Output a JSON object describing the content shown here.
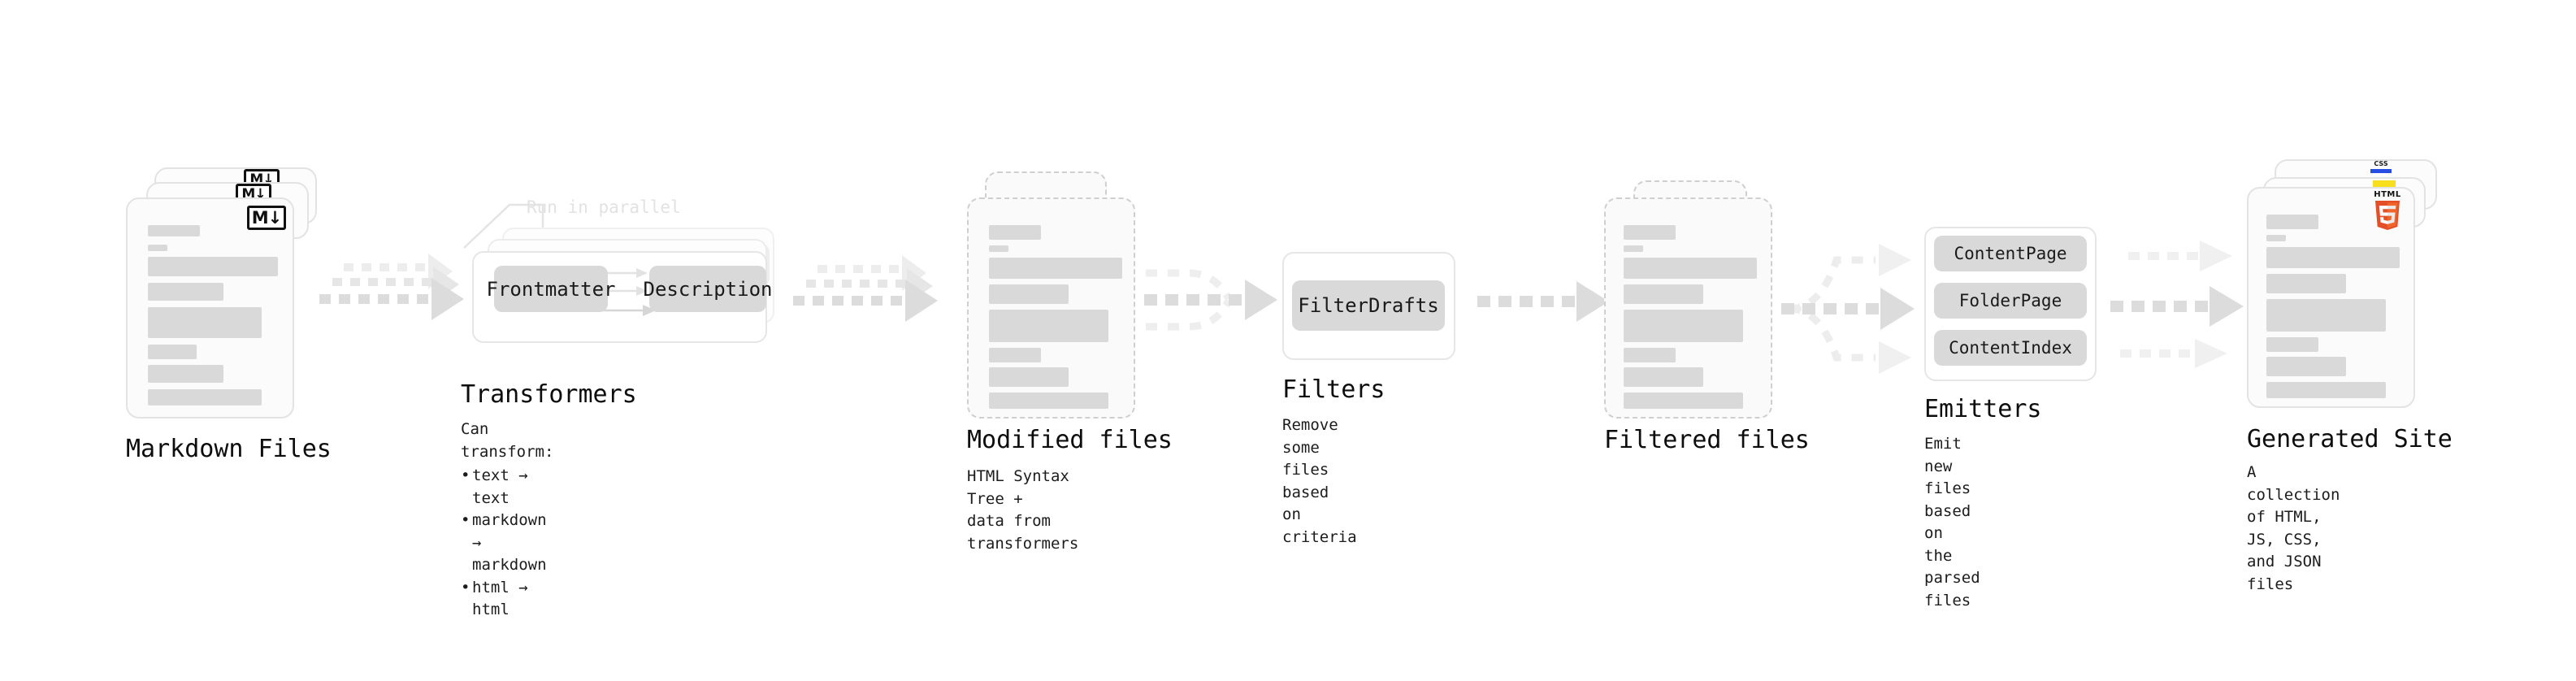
{
  "diagram": {
    "title_hidden": "",
    "accent_colors": {
      "skeleton": "#d9d9d9",
      "chip": "#d9d9d9",
      "arrow": "#d5d5d5",
      "arrow_faint": "#ededed",
      "border": "#e3e3e3",
      "dashed_border": "#cfcfcf",
      "html5": "#e34f26",
      "js": "#f7df1e",
      "css": "#264de4",
      "text": "#0d0d0d"
    }
  },
  "stages": [
    {
      "id": "markdown-files",
      "title": "Markdown Files",
      "subtitle": "",
      "badge": "M↓",
      "badge_name": "markdown-badge"
    },
    {
      "id": "transformers",
      "title": "Transformers",
      "subtitle": "",
      "parallel_label": "Run in parallel",
      "chips": [
        "Frontmatter",
        "Description"
      ],
      "bullets_header": "Can transform:",
      "bullets": [
        "text → text",
        "markdown → markdown",
        "html → html"
      ]
    },
    {
      "id": "modified-files",
      "title": "Modified files",
      "subtitle": "HTML Syntax Tree +\ndata from transformers"
    },
    {
      "id": "filters",
      "title": "Filters",
      "subtitle": "Remove some files based\non criteria",
      "chips": [
        "FilterDrafts"
      ]
    },
    {
      "id": "filtered-files",
      "title": "Filtered files",
      "subtitle": ""
    },
    {
      "id": "emitters",
      "title": "Emitters",
      "subtitle": "Emit new files based on\nthe parsed files",
      "chips": [
        "ContentPage",
        "FolderPage",
        "ContentIndex"
      ]
    },
    {
      "id": "generated-site",
      "title": "Generated Site",
      "subtitle": "A collection of HTML,\nJS, CSS, and JSON files",
      "badges": [
        "HTML5",
        "JS",
        "CSS"
      ]
    }
  ],
  "icons": {
    "markdown": "M↓",
    "html5_word": "HTML",
    "html5_num": "5",
    "css_word": "CSS"
  }
}
